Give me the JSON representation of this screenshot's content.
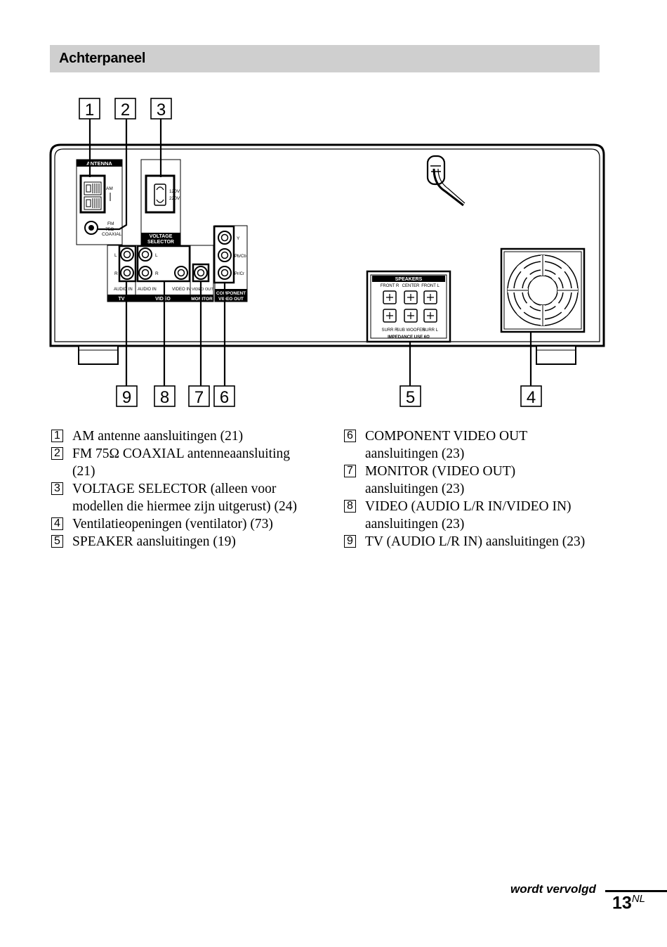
{
  "header": {
    "title": "Achterpaneel"
  },
  "callouts": [
    "1",
    "2",
    "3",
    "9",
    "8",
    "7",
    "6",
    "5",
    "4"
  ],
  "panel": {
    "antenna_label": "ANTENNA",
    "am_label": "AM",
    "fm_label": "FM",
    "ohm_label": "75Ω",
    "coaxial_label": "COAXIAL",
    "voltage_label_1": "VOLTAGE",
    "voltage_label_2": "SELECTOR",
    "v120": "120V",
    "v220": "220V",
    "jack_l": "L",
    "jack_r": "R",
    "audio_in_tv": "AUDIO IN",
    "audio_in_video": "AUDIO IN",
    "video_in": "VIDEO IN",
    "video_out": "VIDEO OUT",
    "tv_label": "TV",
    "video_label": "VIDEO",
    "monitor_label": "MONITOR",
    "component_label_1": "COMPONENT",
    "component_label_2": "VIDEO OUT",
    "comp_y": "Y",
    "comp_pb": "Pb/Cb",
    "comp_pr": "Pr/Cr",
    "speakers_label": "SPEAKERS",
    "front_r": "FRONT R",
    "center": "CENTER",
    "front_l": "FRONT L",
    "surr_r": "SURR R",
    "sub_woofer": "SUB WOOFER",
    "surr_l": "SURR L",
    "impedance": "IMPEDANCE USE 6Ω"
  },
  "legend_left": [
    {
      "num": "1",
      "lines": [
        "AM antenne aansluitingen (21)"
      ]
    },
    {
      "num": "2",
      "lines": [
        "FM 75Ω COAXIAL antenneaansluiting",
        "(21)"
      ]
    },
    {
      "num": "3",
      "lines": [
        "VOLTAGE SELECTOR (alleen voor",
        "modellen die hiermee zijn uitgerust) (24)"
      ]
    },
    {
      "num": "4",
      "lines": [
        "Ventilatieopeningen (ventilator) (73)"
      ]
    },
    {
      "num": "5",
      "lines": [
        "SPEAKER aansluitingen (19)"
      ]
    }
  ],
  "legend_right": [
    {
      "num": "6",
      "lines": [
        "COMPONENT VIDEO OUT",
        "aansluitingen (23)"
      ]
    },
    {
      "num": "7",
      "lines": [
        "MONITOR (VIDEO OUT)",
        "aansluitingen (23)"
      ]
    },
    {
      "num": "8",
      "lines": [
        "VIDEO (AUDIO L/R IN/VIDEO IN)",
        "aansluitingen (23)"
      ]
    },
    {
      "num": "9",
      "lines": [
        "TV (AUDIO L/R IN) aansluitingen (23)"
      ]
    }
  ],
  "footer": {
    "continued": "wordt vervolgd",
    "page": "13",
    "page_suffix": "NL"
  }
}
